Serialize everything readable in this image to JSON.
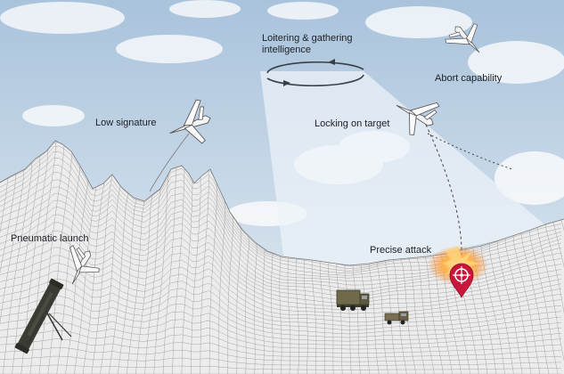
{
  "labels": {
    "loiter": "Loitering & gathering intelligence",
    "abort": "Abort capability",
    "low_signature": "Low signature",
    "locking": "Locking on target",
    "pneumatic": "Pneumatic launch",
    "precise": "Precise attack"
  },
  "colors": {
    "sky_top": "#a9c3dc",
    "sky_bottom": "#e6edf3",
    "terrain": "#ececec",
    "mesh": "#8a8a8a",
    "beam": "#eef4fa",
    "marker": "#c9163a",
    "explosion": "#ffb347",
    "vehicle": "#6f6a4c",
    "launcher": "#3a3c33"
  },
  "icons": [
    "drone-icon",
    "target-marker-icon",
    "explosion-icon",
    "military-truck-icon",
    "launch-tube-icon",
    "loiter-orbit-icon"
  ]
}
